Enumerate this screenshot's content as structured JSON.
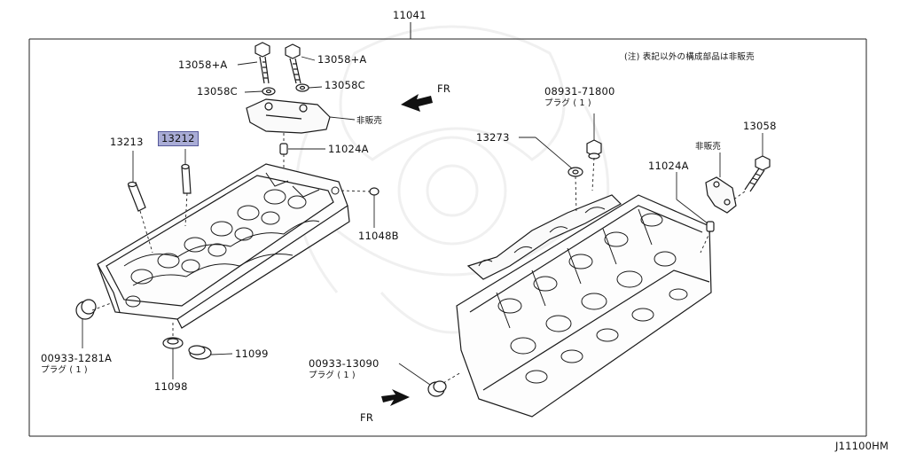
{
  "diagram": {
    "assembly_number": "11041",
    "drawing_code": "J11100HM",
    "note": "(注) 表記以外の構成部品は非販売",
    "front_label_top": "FR",
    "front_label_bottom": "FR",
    "parts": {
      "bolt_a_left": "13058+A",
      "bolt_a_right": "13058+A",
      "washer_left": "13058C",
      "washer_right": "13058C",
      "not_sold_top": "非販売",
      "dowel_top": "11024A",
      "guide_13213": "13213",
      "guide_13212": "13212",
      "plug_11048b": "11048B",
      "plug_00933_1281a": "00933-1281A",
      "plug_00933_1281a_qty": "プラグ ( 1 )",
      "seal_11098": "11098",
      "seal_11099": "11099",
      "plug_00933_13090": "00933-13090",
      "plug_00933_13090_qty": "プラグ ( 1 )",
      "plug_08931": "08931-71800",
      "plug_08931_qty": "プラグ ( 1 )",
      "washer_13273": "13273",
      "bolt_13058": "13058",
      "not_sold_right": "非販売",
      "dowel_right": "11024A"
    },
    "highlighted_part": "13212"
  }
}
